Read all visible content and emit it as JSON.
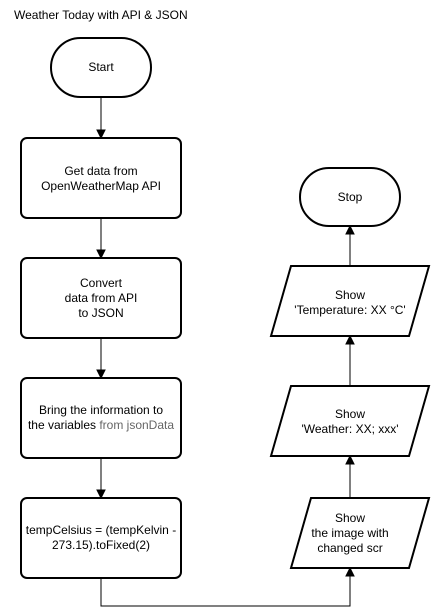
{
  "title": "Weather Today with API & JSON",
  "nodes": {
    "start": {
      "lines": [
        "Start"
      ]
    },
    "get_data": {
      "lines": [
        "Get data from",
        "OpenWeatherMap API"
      ]
    },
    "convert": {
      "lines": [
        "Convert",
        "data from API",
        "to JSON"
      ]
    },
    "bring": {
      "line1": "Bring the information to",
      "line2_a": "the variables ",
      "line2_b": "from jsonData"
    },
    "temp_calc": {
      "lines": [
        "tempCelsius = (tempKelvin -",
        "273.15).toFixed(2)"
      ]
    },
    "show_image": {
      "lines": [
        "Show",
        "the image with",
        "changed scr"
      ]
    },
    "show_weather": {
      "lines": [
        "Show",
        "'Weather: XX; xxx'"
      ]
    },
    "show_temp": {
      "lines": [
        "Show",
        "'Temperature: XX °C'"
      ]
    },
    "stop": {
      "lines": [
        "Stop"
      ]
    }
  }
}
